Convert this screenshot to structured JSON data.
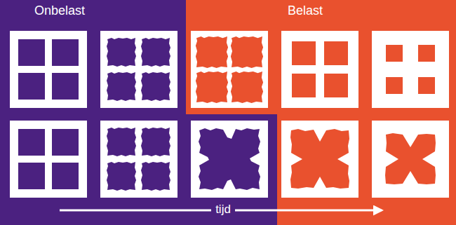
{
  "diagram": {
    "labels": [
      "Onbelast",
      "Belast",
      "tijd"
    ]
  }
}
